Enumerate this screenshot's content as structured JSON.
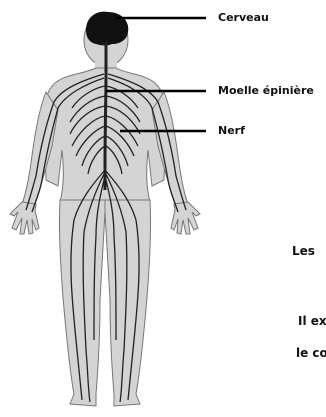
{
  "labels": {
    "brain": "Cerveau",
    "spinal_cord": "Moelle épinière",
    "nerve": "Nerf"
  },
  "clipped_text": {
    "line1": "Les",
    "line2": "Il ex",
    "line3": "le co"
  },
  "colors": {
    "body_fill": "#d4d4d4",
    "body_outline": "#777777",
    "nerves": "#222222",
    "brain": "#111111",
    "text": "#111111"
  }
}
